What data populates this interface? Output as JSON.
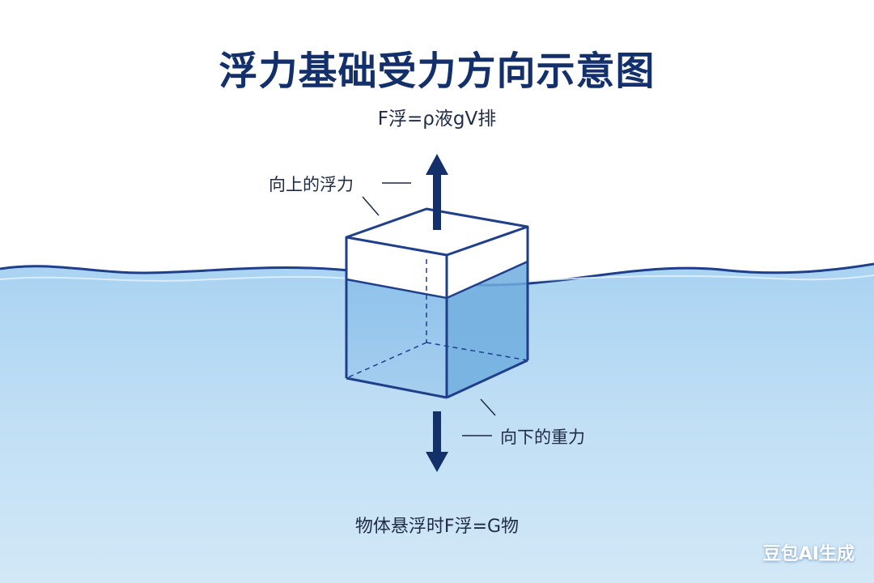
{
  "title": "浮力基础受力方向示意图",
  "formula": "F浮=ρ液gV排",
  "up_label": "向上的浮力",
  "down_label": "向下的重力",
  "bottom_formula": "物体悬浮时F浮=G物",
  "watermark": "豆包AI生成",
  "icons": {
    "upward_arrow": "arrow-up-icon",
    "downward_arrow": "arrow-down-icon"
  },
  "colors": {
    "title": "#14306b",
    "arrow": "#14306b",
    "cube_outline": "#1f3f8a",
    "water_top": "#a9d3f2",
    "water_bottom": "#d2e8f7"
  }
}
